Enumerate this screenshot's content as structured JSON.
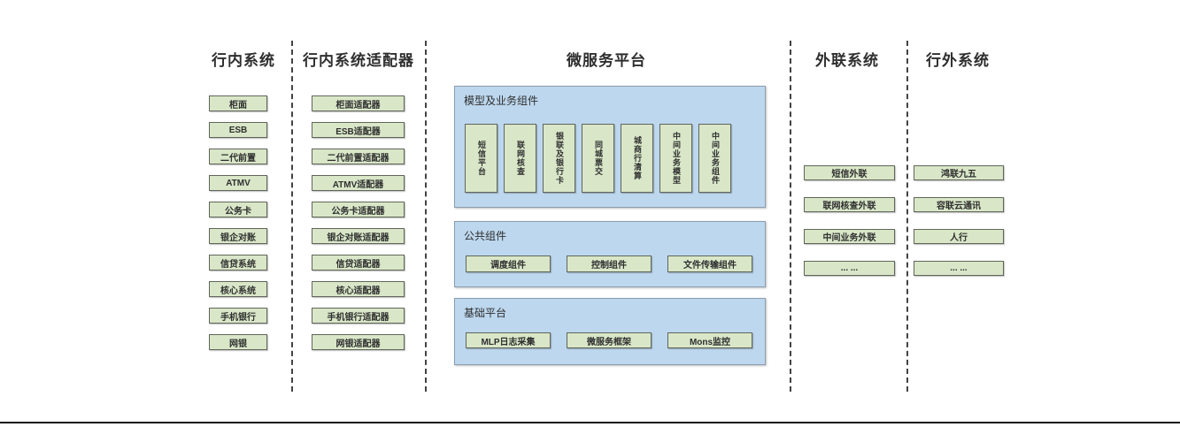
{
  "colors": {
    "green_fill": "#d9e7c8",
    "green_border": "#60655a",
    "blue_fill": "#bdd7ee",
    "blue_border": "#8b9dad",
    "header_text": "#2e2e2e",
    "box_text": "#2f2f2f",
    "divider": "#434343",
    "bottom_rule": "#121212"
  },
  "internal_systems": {
    "title": "行内系统",
    "items": [
      "柜面",
      "ESB",
      "二代前置",
      "ATMV",
      "公务卡",
      "银企对账",
      "信贷系统",
      "核心系统",
      "手机银行",
      "网银"
    ]
  },
  "internal_adapters": {
    "title": "行内系统适配器",
    "items": [
      "柜面适配器",
      "ESB适配器",
      "二代前置适配器",
      "ATMV适配器",
      "公务卡适配器",
      "银企对账适配器",
      "信贷适配器",
      "核心适配器",
      "手机银行适配器",
      "网银适配器"
    ]
  },
  "platform": {
    "title": "微服务平台",
    "model_panel": {
      "title": "模型及业务组件",
      "items": [
        "短信平台",
        "联网核查",
        "银联及银行卡",
        "同城票交",
        "城商行清算",
        "中间业务模型",
        "中间业务组件"
      ]
    },
    "common_panel": {
      "title": "公共组件",
      "items": [
        "调度组件",
        "控制组件",
        "文件传输组件"
      ]
    },
    "base_panel": {
      "title": "基础平台",
      "items": [
        "MLP日志采集",
        "微服务框架",
        "Mons监控"
      ]
    }
  },
  "outreach_systems": {
    "title": "外联系统",
    "items": [
      "短信外联",
      "联网核查外联",
      "中间业务外联",
      "... ..."
    ]
  },
  "external_systems": {
    "title": "行外系统",
    "items": [
      "鸿联九五",
      "容联云通讯",
      "人行",
      "... ..."
    ]
  }
}
